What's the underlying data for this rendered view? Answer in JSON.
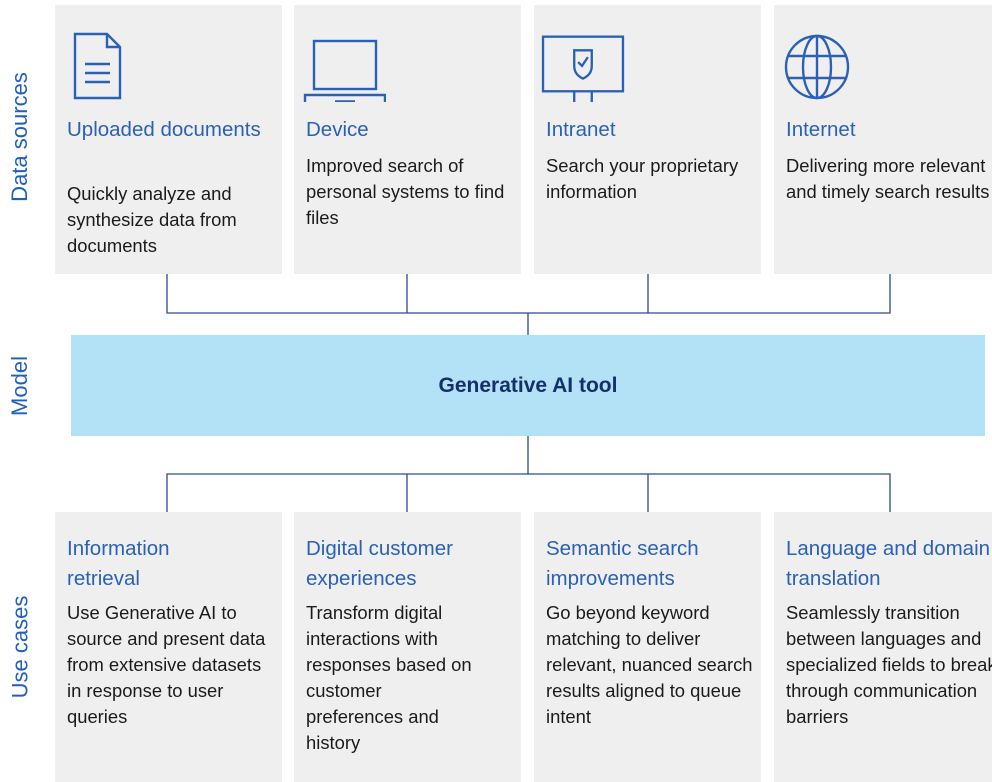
{
  "side_labels": {
    "data_sources": "Data sources",
    "model": "Model",
    "use_cases": "Use cases"
  },
  "data_sources": [
    {
      "icon": "document-icon",
      "title": "Uploaded documents",
      "desc": "Quickly analyze and synthesize data from documents"
    },
    {
      "icon": "laptop-icon",
      "title": "Device",
      "desc": "Improved search of personal systems to find files"
    },
    {
      "icon": "monitor-shield-icon",
      "title": "Intranet",
      "desc": "Search your proprietary information"
    },
    {
      "icon": "globe-icon",
      "title": "Internet",
      "desc": "Delivering more relevant and timely search results"
    }
  ],
  "model": {
    "label": "Generative AI tool"
  },
  "use_cases": [
    {
      "title": "Information retrieval",
      "desc": "Use Generative AI to source and present data from extensive datasets in response to user queries"
    },
    {
      "title": "Digital customer experiences",
      "desc": "Transform digital interactions with responses based on customer preferences and history"
    },
    {
      "title": "Semantic search improvements",
      "desc": "Go beyond keyword matching to deliver relevant, nuanced search results aligned to queue intent"
    },
    {
      "title": "Language and domain translation",
      "desc": "Seamlessly transition between languages and specialized fields to break through communication barriers"
    }
  ],
  "colors": {
    "accent": "#2a61b7",
    "card_bg": "#efefef",
    "model_bg": "#b3e1f6",
    "model_text": "#14306a",
    "line": "#2a4c8f"
  }
}
